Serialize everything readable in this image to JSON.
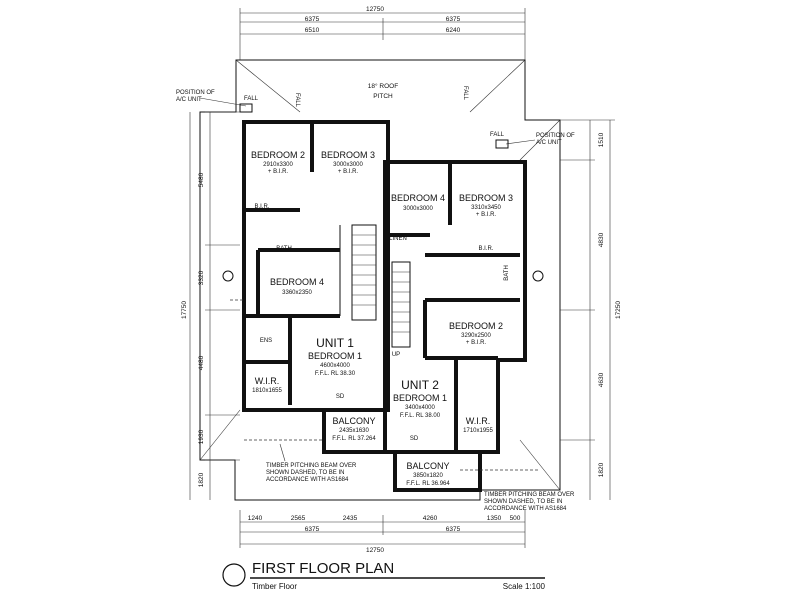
{
  "dimensions": {
    "top_total": "12750",
    "top_left": "6375",
    "top_right": "6375",
    "top_sub_left": "6510",
    "top_sub_right": "6240",
    "left_upper": "5480",
    "left_mid": "3320",
    "left_total": "17750",
    "left_lower": "4480",
    "left_balcony": "1930",
    "left_bottom": "1820",
    "right_top": "1510",
    "right_upper": "4830",
    "right_total": "17250",
    "right_lower": "4630",
    "right_bottom": "1820",
    "bottom_a": "1240",
    "bottom_b": "2565",
    "bottom_c": "2435",
    "bottom_d": "4260",
    "bottom_e": "1350",
    "bottom_f": "500",
    "bottom_left_half": "6375",
    "bottom_right_half": "6375",
    "bottom_total": "12750"
  },
  "roof": {
    "pitch_line1": "18° ROOF",
    "pitch_line2": "PITCH",
    "fall": "FALL"
  },
  "notes": {
    "ac_left_1": "POSITION OF",
    "ac_left_2": "A/C UNIT",
    "ac_right_1": "POSITION OF",
    "ac_right_2": "A/C UNIT",
    "beam_left_1": "TIMBER PITCHING BEAM OVER",
    "beam_left_2": "SHOWN DASHED, TO BE IN",
    "beam_left_3": "ACCORDANCE WITH AS1684",
    "beam_right_1": "TIMBER PITCHING BEAM OVER",
    "beam_right_2": "SHOWN DASHED, TO BE IN",
    "beam_right_3": "ACCORDANCE WITH AS1684"
  },
  "unit1": {
    "label": "UNIT 1",
    "bed2": {
      "name": "BEDROOM 2",
      "size": "2910x3300",
      "extra": "+ B.I.R."
    },
    "bed3": {
      "name": "BEDROOM 3",
      "size": "3000x3000",
      "extra": "+ B.I.R."
    },
    "bed4": {
      "name": "BEDROOM 4",
      "size": "3360x2350"
    },
    "bed1": {
      "name": "BEDROOM 1",
      "size": "4600x4000",
      "ffl": "F.F.L. RL 38.30"
    },
    "wir": {
      "name": "W.I.R.",
      "size": "1810x1655"
    },
    "bath": "BATH",
    "bir": "B.I.R.",
    "ens": "ENS",
    "balcony": {
      "name": "BALCONY",
      "size": "2435x1630",
      "ffl": "F.F.L. RL 37.264"
    },
    "sd": "SD"
  },
  "unit2": {
    "label": "UNIT 2",
    "bed4": {
      "name": "BEDROOM 4",
      "size": "3000x3000"
    },
    "bed3": {
      "name": "BEDROOM 3",
      "size": "3310x3450",
      "extra": "+ B.I.R."
    },
    "bed2": {
      "name": "BEDROOM 2",
      "size": "3290x2500",
      "extra": "+ B.I.R."
    },
    "bed1": {
      "name": "BEDROOM 1",
      "size": "3400x4000",
      "ffl": "F.F.L. RL 38.00"
    },
    "wir": {
      "name": "W.I.R.",
      "size": "1710x1955"
    },
    "bath": "BATH",
    "linen": "LINEN",
    "bir": "B.I.R.",
    "balcony": {
      "name": "BALCONY",
      "size": "3850x1820",
      "ffl": "F.F.L. RL 36.964"
    },
    "sd": "SD",
    "up": "UP"
  },
  "title_block": {
    "title": "FIRST FLOOR PLAN",
    "subtitle": "Timber Floor",
    "scale": "Scale 1:100"
  }
}
